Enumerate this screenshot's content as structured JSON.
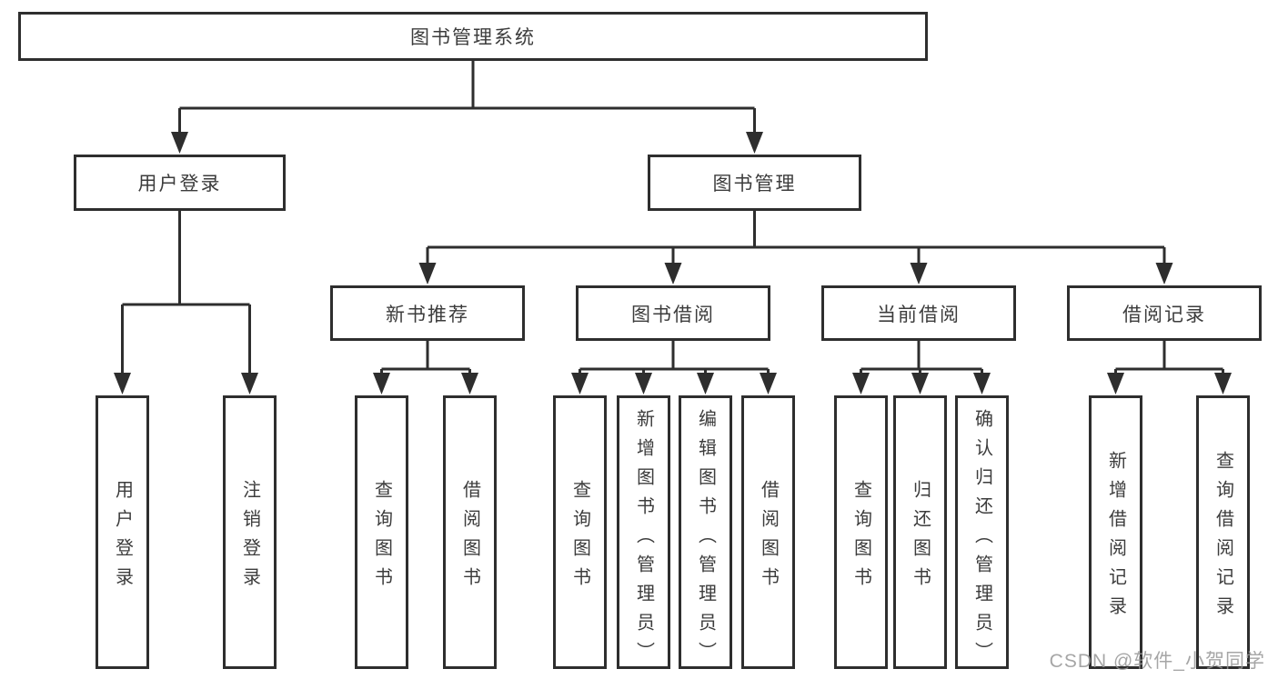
{
  "tree": {
    "label": "图书管理系统",
    "children": [
      {
        "label": "用户登录",
        "children": [
          {
            "label": "用户登录"
          },
          {
            "label": "注销登录"
          }
        ]
      },
      {
        "label": "图书管理",
        "children": [
          {
            "label": "新书推荐",
            "children": [
              {
                "label": "查询图书"
              },
              {
                "label": "借阅图书"
              }
            ]
          },
          {
            "label": "图书借阅",
            "children": [
              {
                "label": "查询图书"
              },
              {
                "label": "新增图书（管理员）"
              },
              {
                "label": "编辑图书（管理员）"
              },
              {
                "label": "借阅图书"
              }
            ]
          },
          {
            "label": "当前借阅",
            "children": [
              {
                "label": "查询图书"
              },
              {
                "label": "归还图书"
              },
              {
                "label": "确认归还（管理员）"
              }
            ]
          },
          {
            "label": "借阅记录",
            "children": [
              {
                "label": "新增借阅记录"
              },
              {
                "label": "查询借阅记录"
              }
            ]
          }
        ]
      }
    ]
  },
  "watermark": {
    "text": "CSDN @软件_小贺同学"
  },
  "colors": {
    "line": "#2e2e2e",
    "box_border": "#2e2e2e",
    "box_fill": "#ffffff",
    "text": "#3c3c3c",
    "watermark": "#969696",
    "background": "#ffffff"
  }
}
